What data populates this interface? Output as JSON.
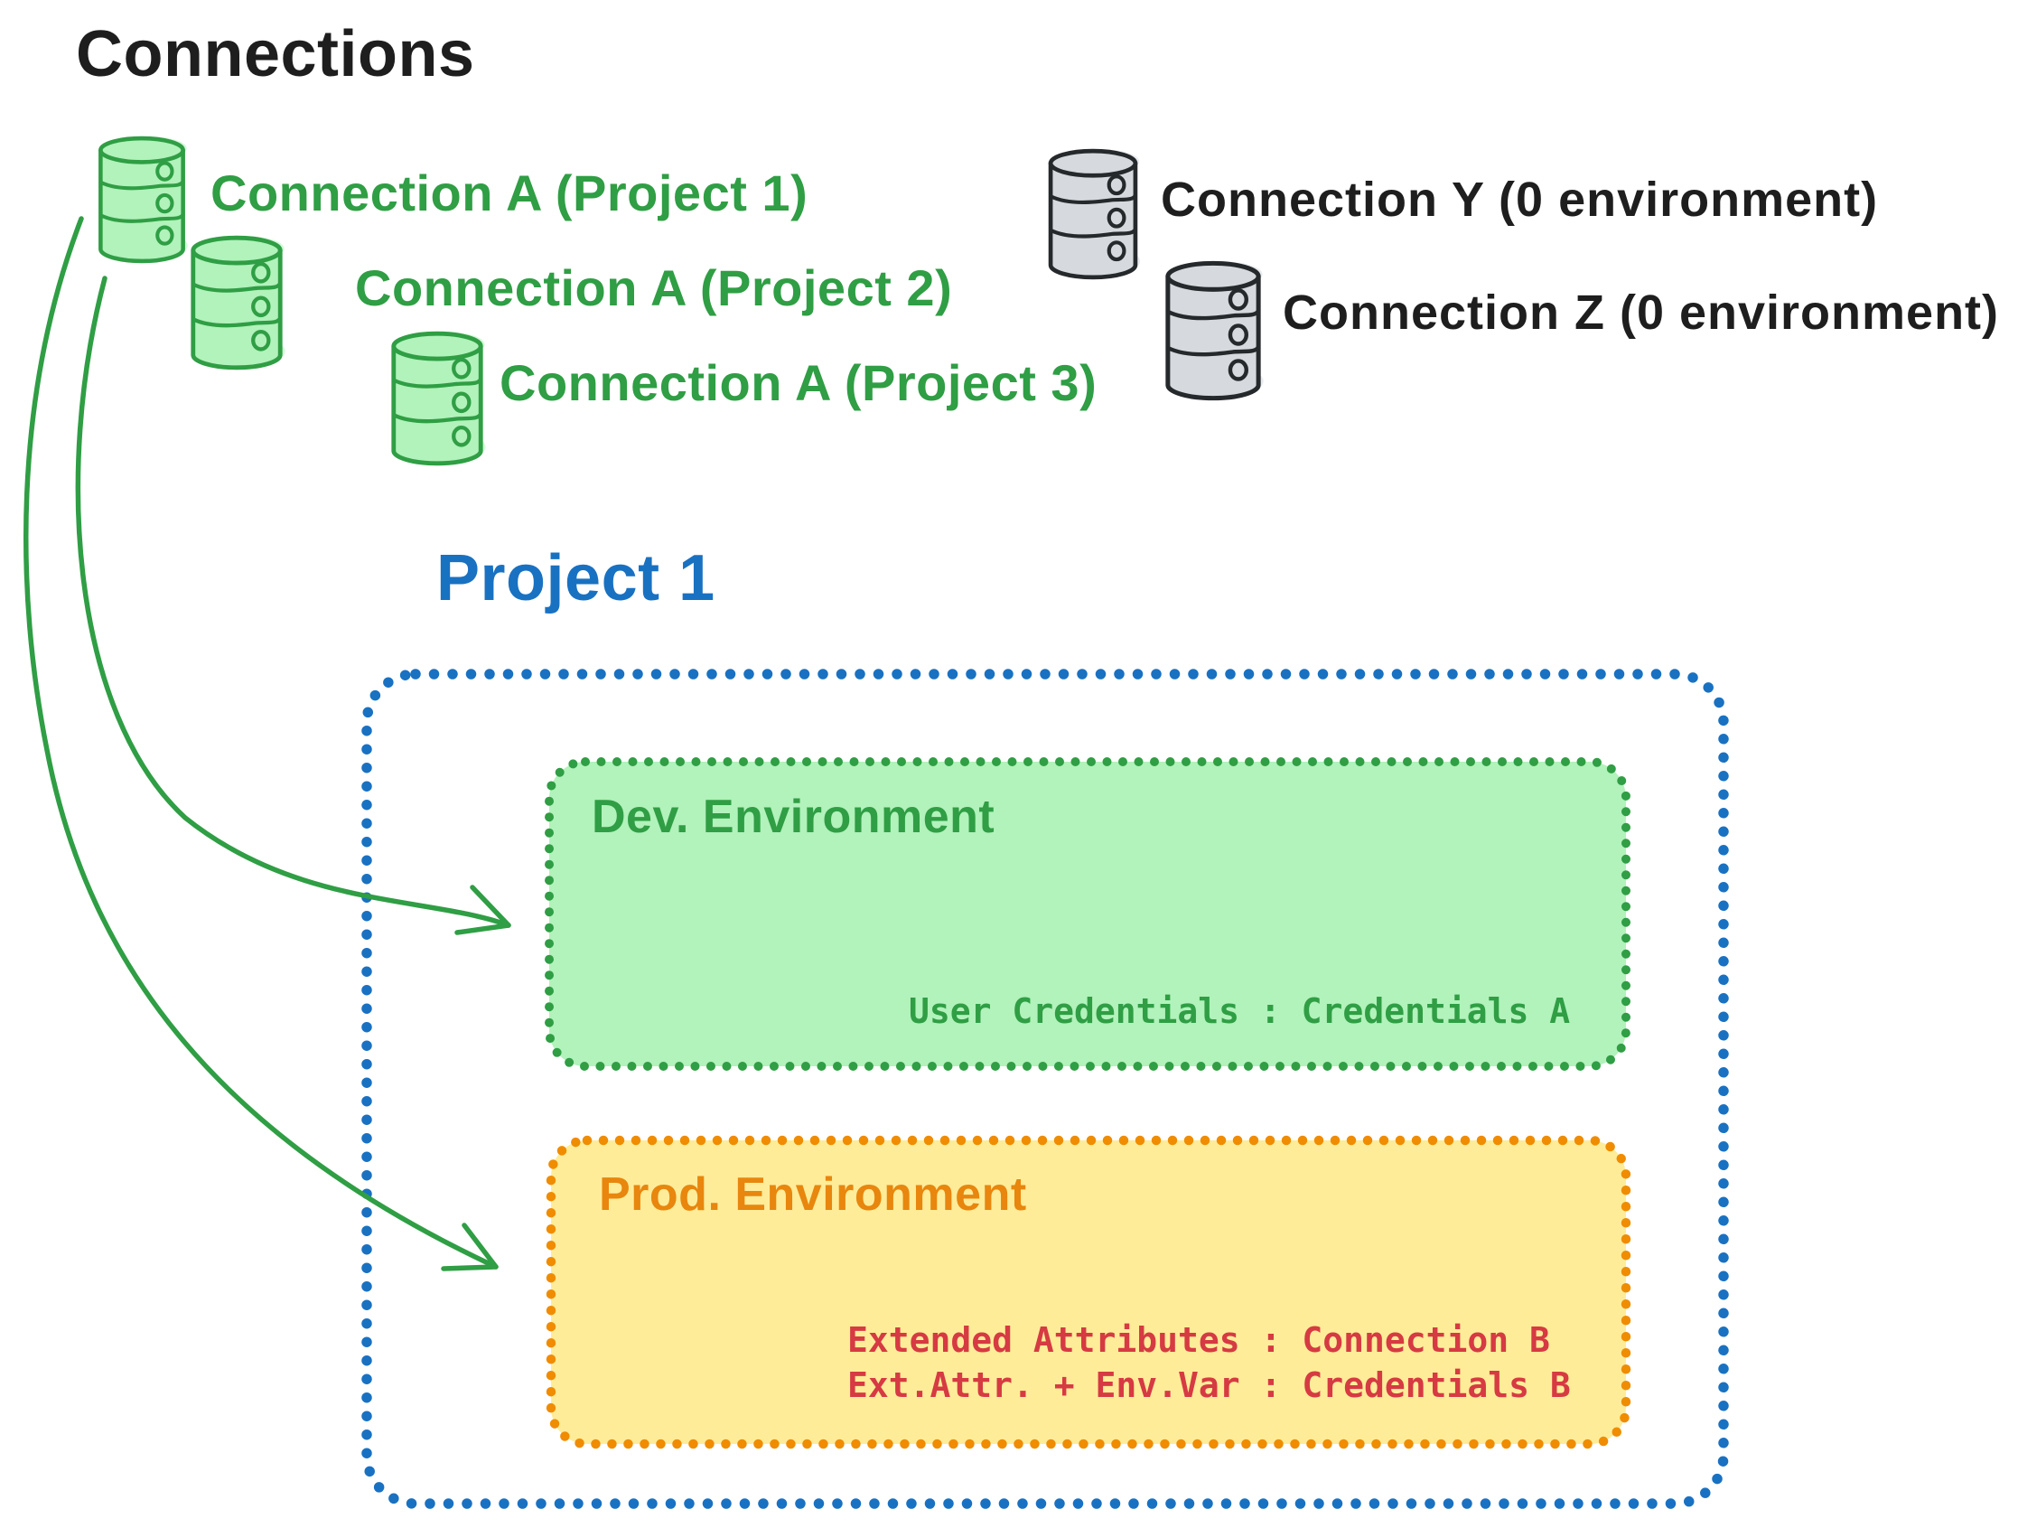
{
  "title": "Connections",
  "green_connections": [
    {
      "icon": "database-icon",
      "label": "Connection A (Project 1)"
    },
    {
      "icon": "database-icon",
      "label": "Connection A (Project 2)"
    },
    {
      "icon": "database-icon",
      "label": "Connection A (Project 3)"
    }
  ],
  "gray_connections": [
    {
      "icon": "database-icon",
      "label": "Connection Y (0 environment)"
    },
    {
      "icon": "database-icon",
      "label": "Connection Z (0 environment)"
    }
  ],
  "project": {
    "title": "Project 1",
    "environments": [
      {
        "name": "Dev. Environment",
        "mappings": [
          "User Credentials : Credentials A"
        ]
      },
      {
        "name": "Prod. Environment",
        "mappings": [
          "Extended Attributes : Connection B",
          "Ext.Attr. + Env.Var : Credentials B"
        ]
      }
    ]
  },
  "colors": {
    "ink": "#1e1e1e",
    "green_stroke": "#2f9e44",
    "green_fill": "#b2f2bb",
    "green_halo": "#d3f9d8",
    "gray_fill": "#d6dade",
    "blue": "#1971c2",
    "orange_border": "#f08c00",
    "orange_text": "#e8860d",
    "yellow_fill": "#ffec99",
    "red_text": "#d63a42"
  }
}
